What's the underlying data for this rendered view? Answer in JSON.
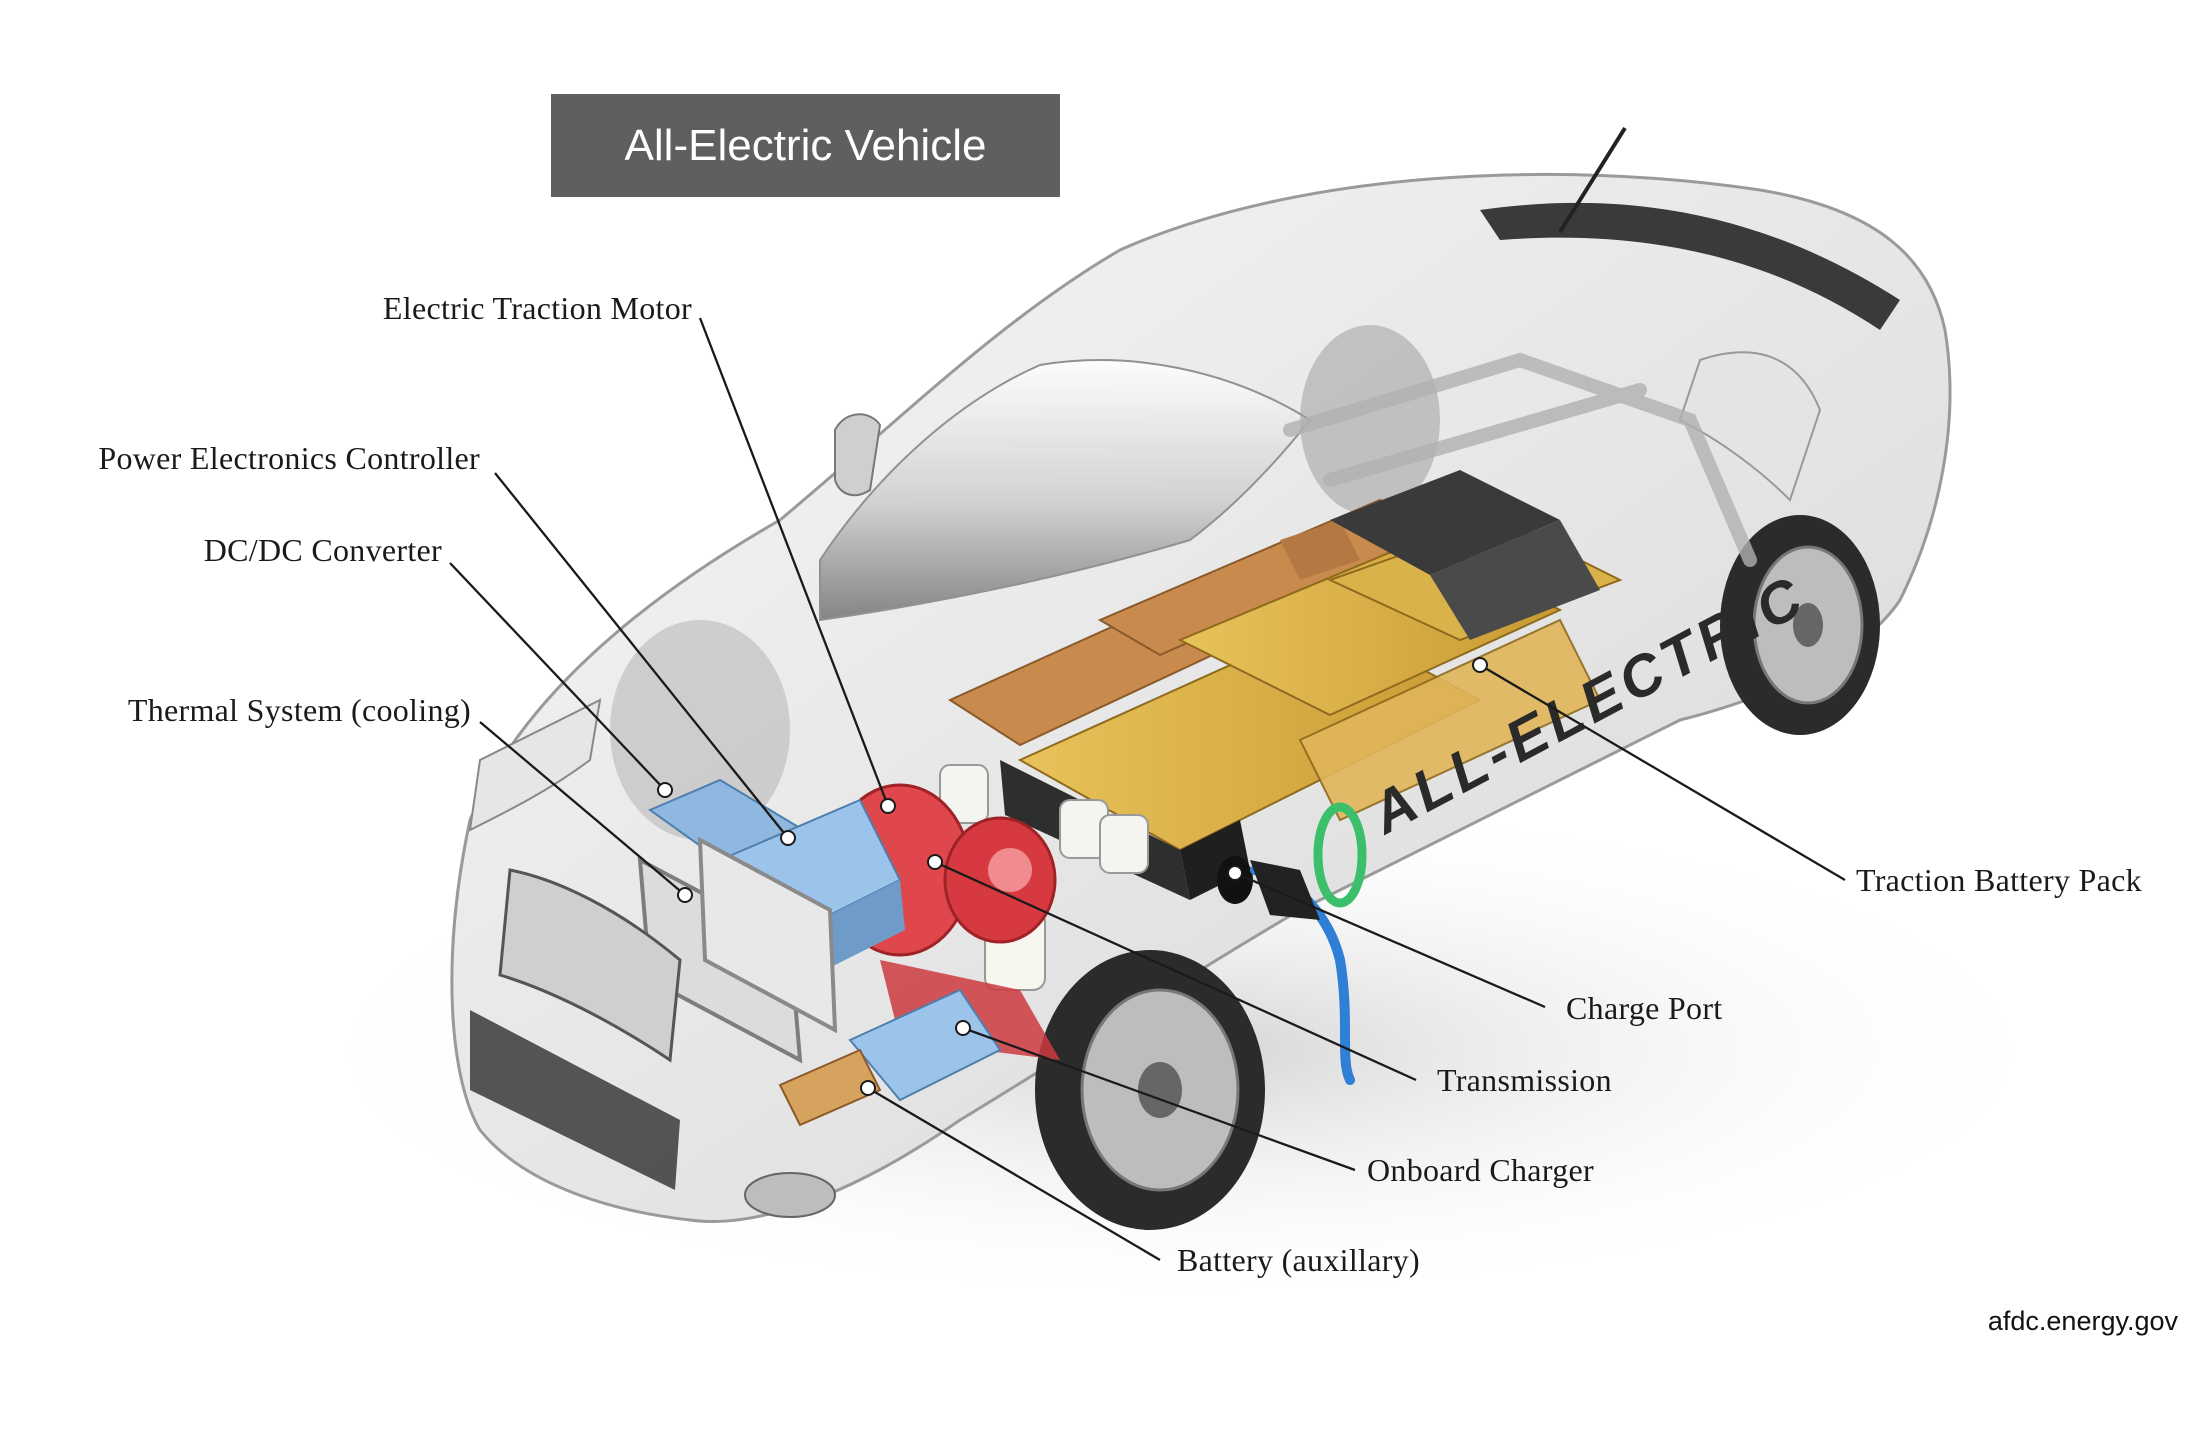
{
  "title": "All-Electric Vehicle",
  "car_badge": "ALL-ELECTRIC",
  "credit": "afdc.energy.gov",
  "labels": {
    "motor": "Electric Traction Motor",
    "pec": "Power Electronics Controller",
    "dcdc": "DC/DC Converter",
    "thermal": "Thermal System (cooling)",
    "battery_pack": "Traction Battery Pack",
    "charge_port": "Charge Port",
    "transmission": "Transmission",
    "charger": "Onboard Charger",
    "aux_battery": "Battery (auxillary)"
  },
  "colors": {
    "title_bg": "#5f5f5f",
    "battery_cells": "#d9b24a",
    "battery_modules": "#c98a4e",
    "motor": "#e0474c",
    "converter": "#8fb8e0",
    "charge_cable": "#2f7fd6",
    "logo_green": "#3cbf6a"
  }
}
